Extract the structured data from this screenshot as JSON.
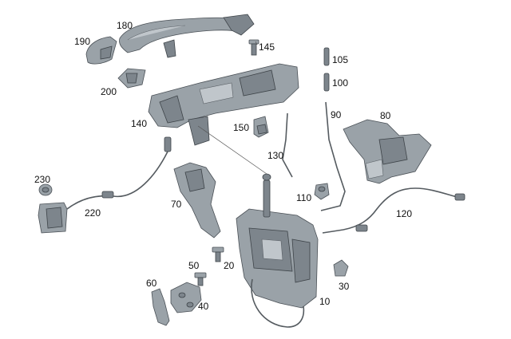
{
  "callouts": {
    "c180": "180",
    "c190": "190",
    "c145": "145",
    "c200": "200",
    "c105": "105",
    "c100": "100",
    "c140": "140",
    "c150": "150",
    "c90": "90",
    "c80": "80",
    "c130": "130",
    "c230": "230",
    "c110": "110",
    "c220": "220",
    "c70": "70",
    "c120": "120",
    "c50": "50",
    "c20": "20",
    "c60": "60",
    "c30": "30",
    "c40": "40",
    "c10": "10"
  }
}
